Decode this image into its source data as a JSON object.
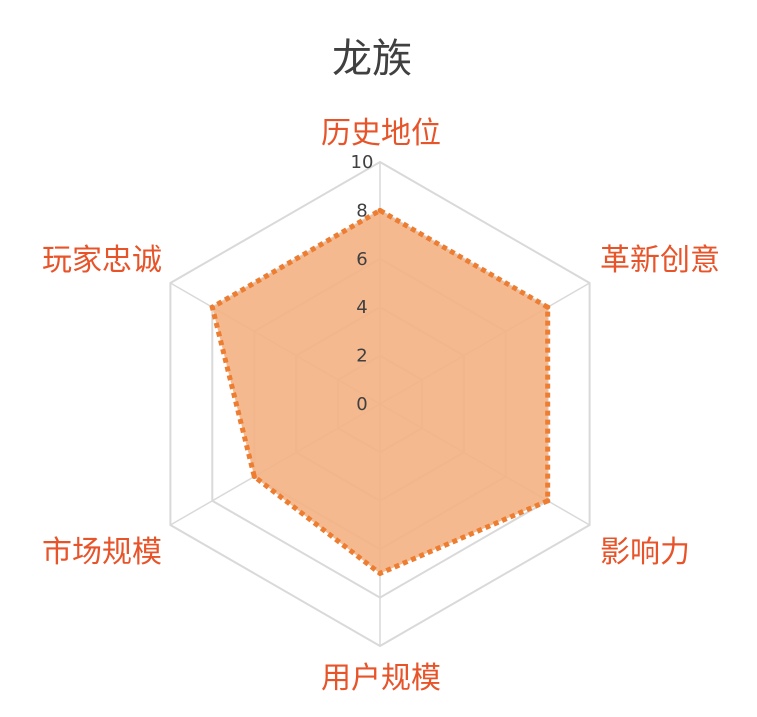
{
  "chart_data": {
    "type": "radar",
    "title": "龙族",
    "axes": [
      "历史地位",
      "革新创意",
      "影响力",
      "用户规模",
      "市场规模",
      "玩家忠诚"
    ],
    "values": [
      8,
      8,
      8,
      7,
      6,
      8
    ],
    "rlim": [
      0,
      10
    ],
    "ticks": [
      0,
      2,
      4,
      6,
      8,
      10
    ],
    "grid": true,
    "legend": "none",
    "colors": {
      "fill": "#f4b183",
      "line": "#ed7d31",
      "label": "#e8542a",
      "grid": "#d9d9d9",
      "title": "#404040"
    }
  }
}
